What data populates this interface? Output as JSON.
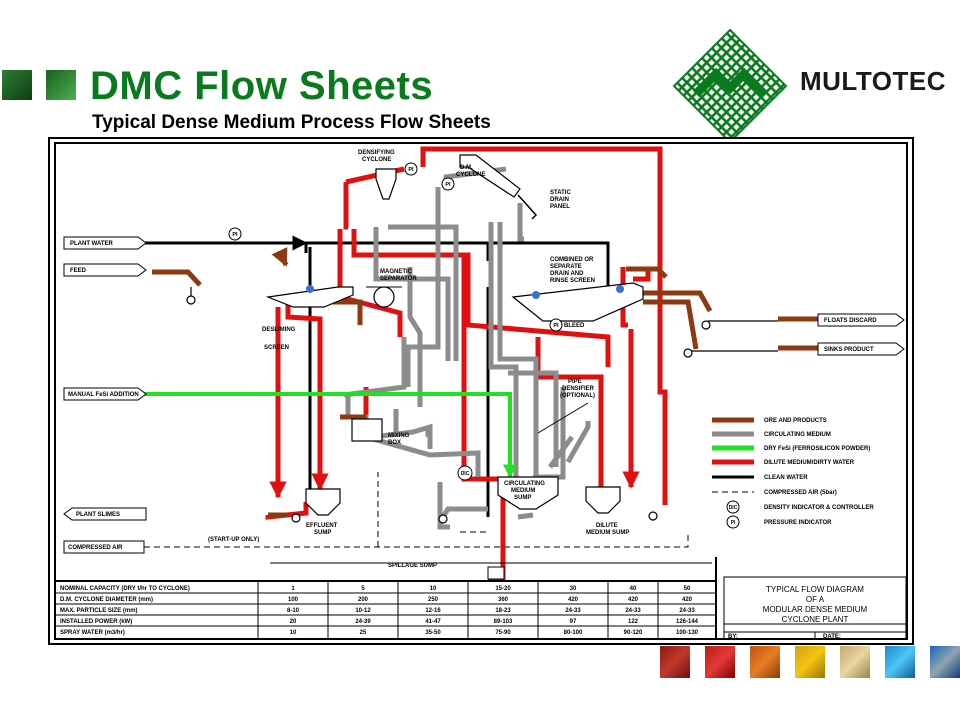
{
  "slide": {
    "title": "DMC Flow Sheets",
    "subtitle": "Typical Dense Medium Process Flow Sheets",
    "brand_name": "MULTOTEC",
    "accent_green": "#0a7a1f"
  },
  "diagram": {
    "equipment_labels": {
      "densifying_cyclone": [
        "DENSIFYING",
        "CYCLONE"
      ],
      "dm_cyclone": [
        "D.M.",
        "CYCLONE"
      ],
      "static_drain_panel": [
        "STATIC",
        "DRAIN",
        "PANEL"
      ],
      "combined_screen": [
        "COMBINED OR",
        "SEPARATE",
        "DRAIN AND",
        "RINSE SCREEN"
      ],
      "magnetic_separator": [
        "MAGNETIC",
        "SEPARATOR"
      ],
      "desliming_screen": [
        "DESLIMING",
        "SCREEN"
      ],
      "bleed": "BLEED",
      "pipe_densifier": [
        "PIPE",
        "DENSIFIER",
        "(OPTIONAL)"
      ],
      "mixing_box": [
        "MIXING",
        "BOX"
      ],
      "circulating_sump": [
        "CIRCULATING",
        "MEDIUM",
        "SUMP"
      ],
      "effluent_sump": [
        "EFFLUENT",
        "SUMP"
      ],
      "dilute_sump": [
        "DILUTE",
        "MEDIUM SUMP"
      ],
      "spillage_sump": "SPILLAGE SUMP",
      "startup_only": "(START-UP ONLY)",
      "pi": "PI",
      "dic": "DIC"
    },
    "streams": {
      "plant_water": "PLANT WATER",
      "feed": "FEED",
      "manual_fesi": "MANUAL FeSi ADDITION",
      "plant_slimes": "PLANT SLIMES",
      "compressed_air": "COMPRESSED AIR",
      "floats_discard": "FLOATS DISCARD",
      "sinks_product": "SINKS PRODUCT"
    },
    "legend": [
      {
        "label": "ORE AND PRODUCTS",
        "color": "#8b3a12",
        "style": "solid"
      },
      {
        "label": "CIRCULATING MEDIUM",
        "color": "#8c8c8c",
        "style": "solid"
      },
      {
        "label": "DRY FeSi (FERROSILICON POWDER)",
        "color": "#22e022",
        "style": "solid"
      },
      {
        "label": "DILUTE MEDIUM/DIRTY WATER",
        "color": "#e01010",
        "style": "solid"
      },
      {
        "label": "CLEAN WATER",
        "color": "#000000",
        "style": "solid"
      },
      {
        "label": "COMPRESSED AIR (5bar)",
        "color": "#000000",
        "style": "dashed"
      },
      {
        "label": "DENSITY INDICATOR & CONTROLLER",
        "symbol": "DIC"
      },
      {
        "label": "PRESSURE INDICATOR",
        "symbol": "PI"
      }
    ],
    "table": {
      "rows": [
        {
          "label": "NOMINAL CAPACITY (DRY t/hr TO CYCLONE)",
          "values": [
            "1",
            "5",
            "10",
            "15-20",
            "30",
            "40",
            "50"
          ]
        },
        {
          "label": "D.M. CYCLONE DIAMETER (mm)",
          "values": [
            "100",
            "200",
            "250",
            "360",
            "420",
            "420",
            "420"
          ]
        },
        {
          "label": "MAX. PARTICLE SIZE (mm)",
          "values": [
            "8-10",
            "10-12",
            "12-16",
            "18-23",
            "24-33",
            "24-33",
            "24-33"
          ]
        },
        {
          "label": "INSTALLED POWER (kW)",
          "values": [
            "20",
            "24-39",
            "41-47",
            "89-103",
            "97",
            "122",
            "126-144"
          ]
        },
        {
          "label": "SPRAY WATER (m3/hr)",
          "values": [
            "10",
            "25",
            "35-50",
            "75-90",
            "80-100",
            "90-120",
            "100-130"
          ]
        }
      ]
    },
    "title_block": {
      "lines": [
        "TYPICAL FLOW DIAGRAM",
        "OF A",
        "MODULAR DENSE MEDIUM",
        "CYCLONE PLANT"
      ],
      "by": "BY:",
      "date": "DATE:"
    }
  }
}
